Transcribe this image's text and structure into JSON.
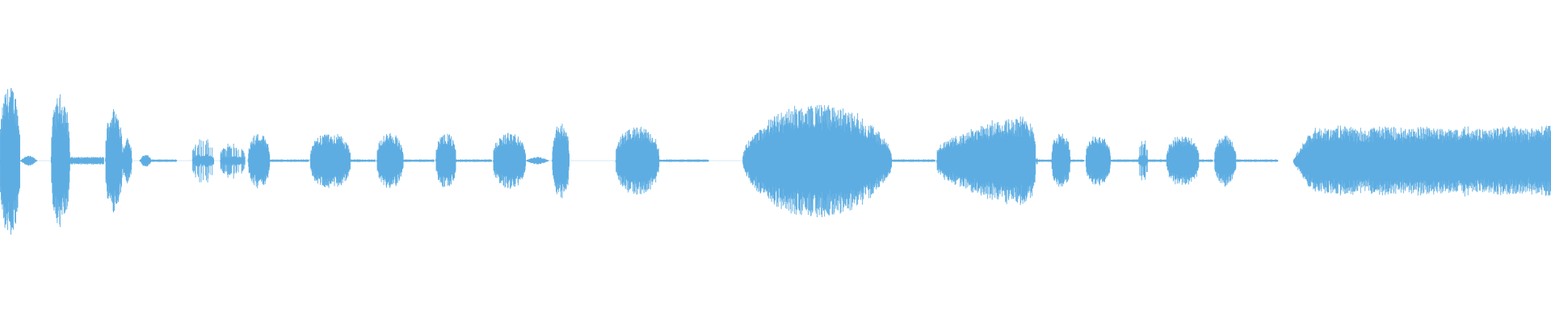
{
  "waveform": {
    "color": "#5DADE2",
    "background": "#ffffff",
    "description_kind": "audio-waveform",
    "segments": [
      {
        "start": 0.0,
        "end": 0.013,
        "amp": 0.6,
        "shape": "burst"
      },
      {
        "start": 0.013,
        "end": 0.024,
        "amp": 0.04,
        "shape": "blip"
      },
      {
        "start": 0.033,
        "end": 0.045,
        "amp": 0.52,
        "shape": "burst"
      },
      {
        "start": 0.045,
        "end": 0.067,
        "amp": 0.03,
        "shape": "low"
      },
      {
        "start": 0.068,
        "end": 0.079,
        "amp": 0.42,
        "shape": "burst"
      },
      {
        "start": 0.079,
        "end": 0.085,
        "amp": 0.18,
        "shape": "burst"
      },
      {
        "start": 0.09,
        "end": 0.098,
        "amp": 0.05,
        "shape": "blip"
      },
      {
        "start": 0.098,
        "end": 0.114,
        "amp": 0.01,
        "shape": "low"
      },
      {
        "start": 0.124,
        "end": 0.138,
        "amp": 0.18,
        "shape": "sparse"
      },
      {
        "start": 0.142,
        "end": 0.158,
        "amp": 0.14,
        "shape": "sparse"
      },
      {
        "start": 0.16,
        "end": 0.174,
        "amp": 0.22,
        "shape": "burst"
      },
      {
        "start": 0.174,
        "end": 0.199,
        "amp": 0.01,
        "shape": "low"
      },
      {
        "start": 0.2,
        "end": 0.226,
        "amp": 0.22,
        "shape": "burst"
      },
      {
        "start": 0.226,
        "end": 0.242,
        "amp": 0.01,
        "shape": "low"
      },
      {
        "start": 0.243,
        "end": 0.26,
        "amp": 0.22,
        "shape": "burst"
      },
      {
        "start": 0.26,
        "end": 0.28,
        "amp": 0.01,
        "shape": "low"
      },
      {
        "start": 0.281,
        "end": 0.294,
        "amp": 0.22,
        "shape": "burst"
      },
      {
        "start": 0.294,
        "end": 0.317,
        "amp": 0.01,
        "shape": "low"
      },
      {
        "start": 0.318,
        "end": 0.339,
        "amp": 0.22,
        "shape": "burst"
      },
      {
        "start": 0.339,
        "end": 0.354,
        "amp": 0.03,
        "shape": "blip"
      },
      {
        "start": 0.356,
        "end": 0.367,
        "amp": 0.3,
        "shape": "burst"
      },
      {
        "start": 0.397,
        "end": 0.425,
        "amp": 0.27,
        "shape": "burst"
      },
      {
        "start": 0.425,
        "end": 0.457,
        "amp": 0.01,
        "shape": "low"
      },
      {
        "start": 0.479,
        "end": 0.575,
        "amp": 0.45,
        "shape": "dome"
      },
      {
        "start": 0.575,
        "end": 0.603,
        "amp": 0.01,
        "shape": "low"
      },
      {
        "start": 0.604,
        "end": 0.669,
        "amp": 0.4,
        "shape": "rise"
      },
      {
        "start": 0.669,
        "end": 0.68,
        "amp": 0.01,
        "shape": "low"
      },
      {
        "start": 0.678,
        "end": 0.69,
        "amp": 0.22,
        "shape": "burst"
      },
      {
        "start": 0.69,
        "end": 0.699,
        "amp": 0.01,
        "shape": "low"
      },
      {
        "start": 0.7,
        "end": 0.716,
        "amp": 0.2,
        "shape": "burst"
      },
      {
        "start": 0.716,
        "end": 0.734,
        "amp": 0.01,
        "shape": "low"
      },
      {
        "start": 0.734,
        "end": 0.74,
        "amp": 0.18,
        "shape": "sparse"
      },
      {
        "start": 0.74,
        "end": 0.752,
        "amp": 0.01,
        "shape": "low"
      },
      {
        "start": 0.752,
        "end": 0.773,
        "amp": 0.2,
        "shape": "burst"
      },
      {
        "start": 0.773,
        "end": 0.782,
        "amp": 0.01,
        "shape": "low"
      },
      {
        "start": 0.783,
        "end": 0.797,
        "amp": 0.2,
        "shape": "burst"
      },
      {
        "start": 0.797,
        "end": 0.824,
        "amp": 0.01,
        "shape": "low"
      },
      {
        "start": 0.834,
        "end": 1.0,
        "amp": 0.31,
        "shape": "plateau"
      }
    ]
  }
}
